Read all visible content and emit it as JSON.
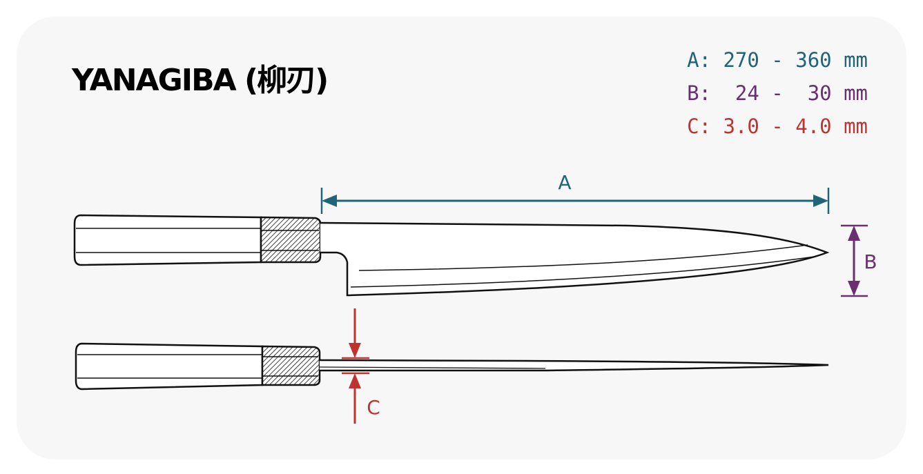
{
  "title": "YANAGIBA (柳刃)",
  "specs": {
    "a": "A: 270 - 360 mm",
    "b": "B:  24 -  30 mm",
    "c": "C: 3.0 - 4.0 mm"
  },
  "labels": {
    "a": "A",
    "b": "B",
    "c": "C"
  },
  "colors": {
    "a": "#1f6479",
    "b": "#6a2f6f",
    "c": "#c0322e",
    "line": "#111111",
    "card": "#f7f7f7"
  }
}
